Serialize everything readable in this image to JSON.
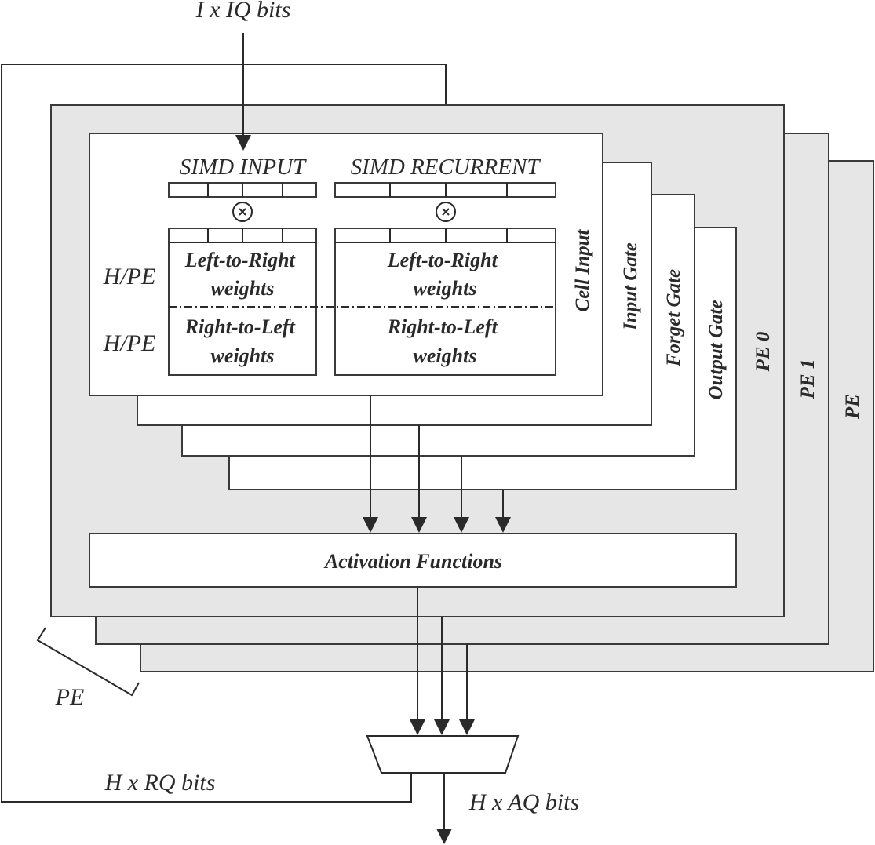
{
  "input_label": "I x IQ bits",
  "recurrent_feedback_label": "H x RQ bits",
  "output_label": "H x AQ bits",
  "pe_count_label": "PE",
  "simd_input_label": "SIMD INPUT",
  "simd_recurrent_label": "SIMD RECURRENT",
  "input_weights": {
    "left_to_right": "Left-to-Right weights",
    "right_to_left": "Right-to-Left weights"
  },
  "recurrent_weights": {
    "left_to_right": "Left-to-Right weights",
    "right_to_left": "Right-to-Left weights"
  },
  "rows_per_pe_labels": [
    "H/PE",
    "H/PE"
  ],
  "gates": [
    "Cell Input",
    "Input Gate",
    "Forget Gate",
    "Output Gate"
  ],
  "processing_elements": [
    "PE 0",
    "PE 1",
    "PE"
  ],
  "activation_functions_label": "Activation Functions"
}
